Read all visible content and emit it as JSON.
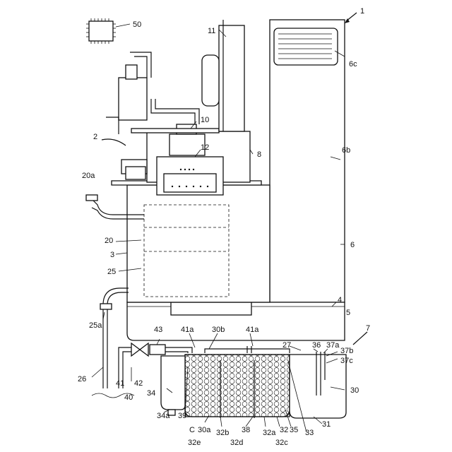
{
  "labels": {
    "l1": "1",
    "l50": "50",
    "l11": "11",
    "l6c": "6c",
    "l10": "10",
    "l2": "2",
    "l8": "8",
    "l12": "12",
    "l6b": "6b",
    "l20a": "20a",
    "l20": "20",
    "l6": "6",
    "l3": "3",
    "l25": "25",
    "l4": "4",
    "l5": "5",
    "l25a": "25a",
    "l7": "7",
    "l43": "43",
    "l41a_left": "41a",
    "l30b": "30b",
    "l41a_right": "41a",
    "l27": "27",
    "l36": "36",
    "l37a": "37a",
    "l37b": "37b",
    "l37c": "37c",
    "l26": "26",
    "l41": "41",
    "l42": "42",
    "l40": "40",
    "l34": "34",
    "l30": "30",
    "l34a": "34a",
    "l39": "39",
    "lC": "C",
    "l30a": "30a",
    "l32b": "32b",
    "l38": "38",
    "l32a": "32a",
    "l32": "32",
    "l35": "35",
    "l33": "33",
    "l31": "31",
    "l32e": "32e",
    "l32d": "32d",
    "l32c": "32c"
  }
}
